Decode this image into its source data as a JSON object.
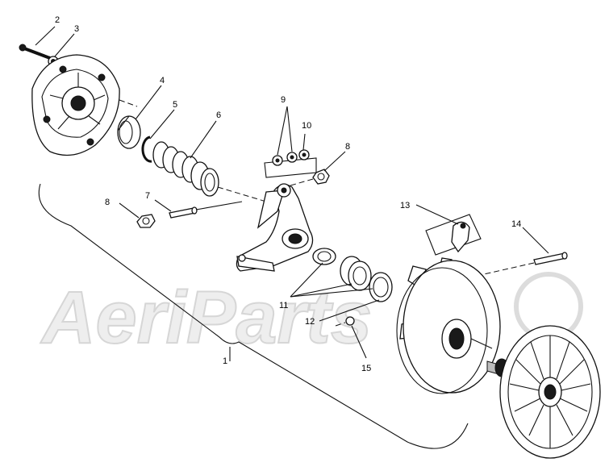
{
  "watermark": "AeriParts",
  "callouts": {
    "c1": "1",
    "c2": "2",
    "c3": "3",
    "c4": "4",
    "c5": "5",
    "c6": "6",
    "c7": "7",
    "c8a": "8",
    "c8b": "8",
    "c9": "9",
    "c10": "10",
    "c11": "11",
    "c12": "12",
    "c13": "13",
    "c14": "14",
    "c15": "15"
  }
}
